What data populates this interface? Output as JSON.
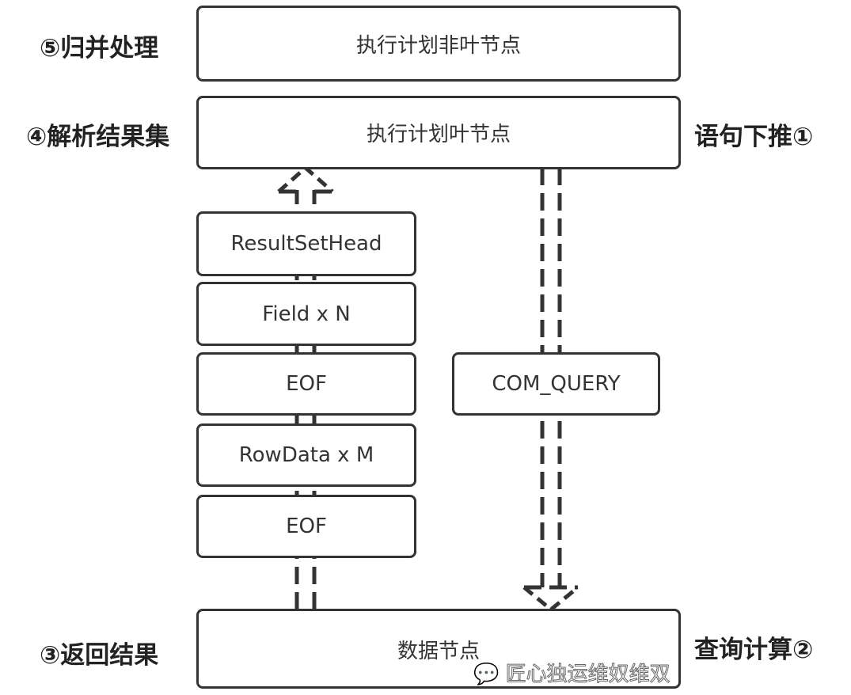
{
  "nodes": {
    "non_leaf": "执行计划非叶节点",
    "leaf": "执行计划叶节点",
    "data": "数据节点"
  },
  "packets": [
    "ResultSetHead",
    "Field x N",
    "EOF",
    "RowData x M",
    "EOF"
  ],
  "query_packet": "COM_QUERY",
  "steps": {
    "s1": "语句下推①",
    "s2": "查询计算②",
    "s3": "③返回结果",
    "s4": "④解析结果集",
    "s5": "⑤归并处理"
  },
  "watermark": "匠心独运维奴维双",
  "colors": {
    "stroke": "#333333"
  }
}
